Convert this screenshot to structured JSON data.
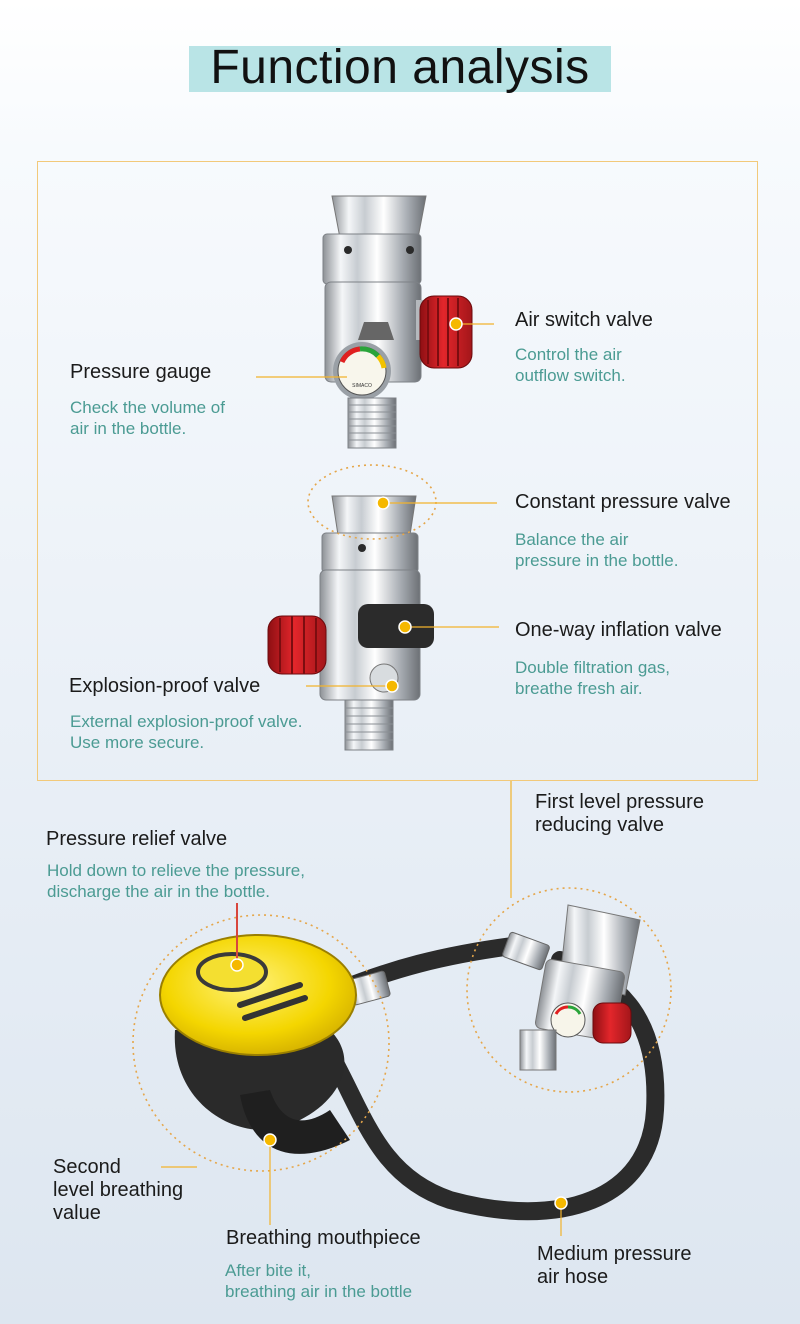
{
  "title": "Function analysis",
  "colors": {
    "title_bg": "#b9e4e6",
    "accent_dot": "#f5b800",
    "desc_text": "#4b9b93",
    "frame_border": "#f2c97a"
  },
  "callouts": {
    "air_switch": {
      "label": "Air switch valve",
      "desc": "Control the air\noutflow switch."
    },
    "pressure_gauge": {
      "label": "Pressure gauge",
      "desc": "Check the volume of\nair in the bottle."
    },
    "constant_pressure": {
      "label": "Constant pressure valve",
      "desc": "Balance the air\npressure in the bottle."
    },
    "one_way": {
      "label": "One-way inflation valve",
      "desc": "Double filtration gas,\nbreathe fresh air."
    },
    "explosion_proof": {
      "label": "Explosion-proof valve",
      "desc": "External explosion-proof valve.\nUse more secure."
    },
    "first_level": {
      "label": "First level pressure\nreducing valve"
    },
    "relief": {
      "label": "Pressure relief valve",
      "desc": "Hold down to relieve the pressure,\ndischarge the air in the bottle."
    },
    "second_level": {
      "label": "Second\nlevel breathing\nvalue"
    },
    "mouthpiece": {
      "label": "Breathing mouthpiece",
      "desc": "After bite it,\nbreathing air in the bottle"
    },
    "hose": {
      "label": "Medium pressure\nair hose"
    }
  },
  "gauge_brand": "SIMACO"
}
